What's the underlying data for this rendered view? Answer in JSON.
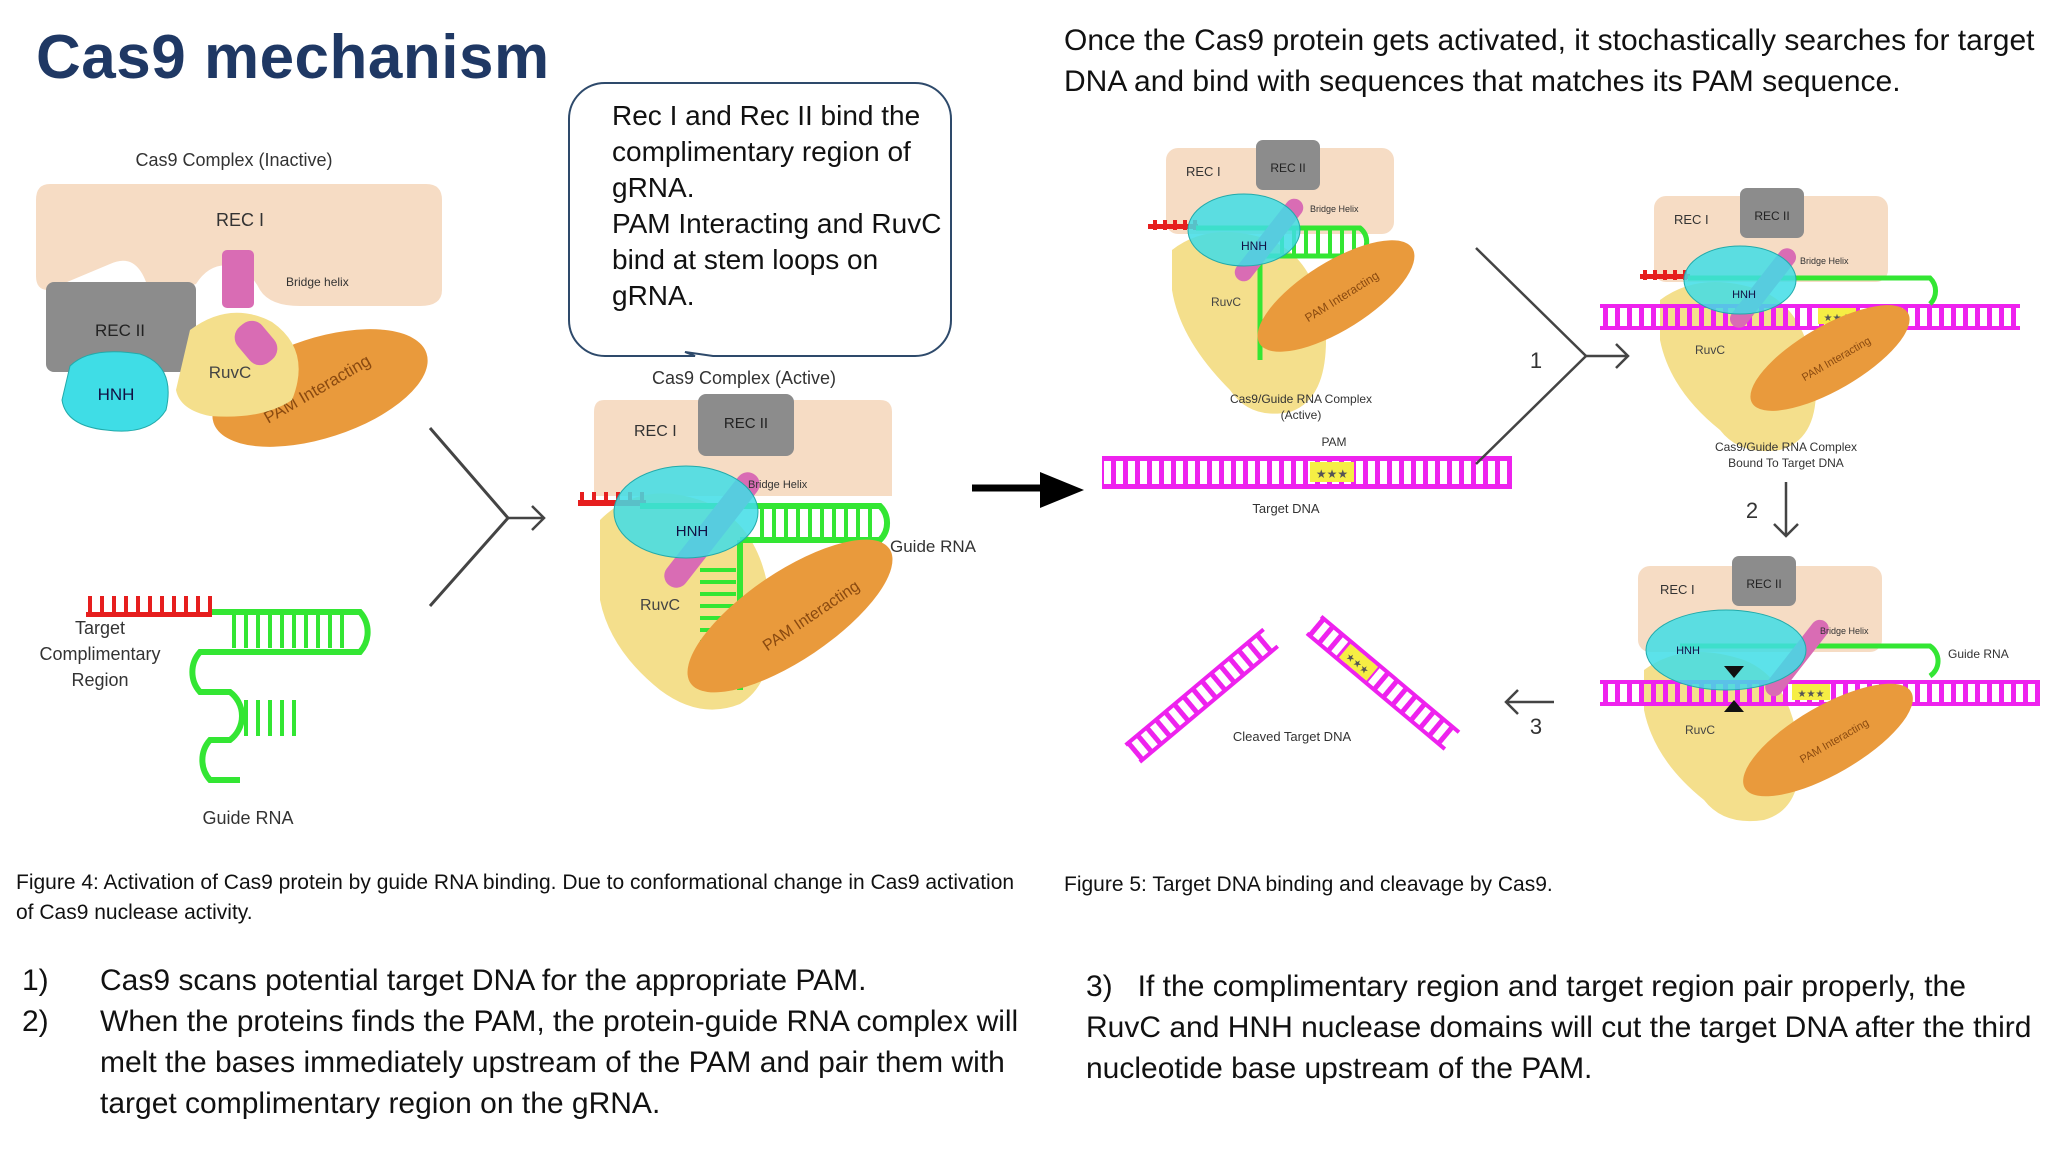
{
  "slide": {
    "title": "Cas9 mechanism",
    "intro_text": "Once the Cas9 protein gets activated, it stochastically searches for target DNA and bind with sequences that matches its PAM sequence.",
    "callout": "Rec I and Rec II bind the complimentary region of gRNA.\nPAM Interacting and RuvC bind at stem loops on gRNA.",
    "figure4_caption": "Figure 4: Activation of Cas9 protein by guide RNA binding. Due to conformational change in Cas9 activation of Cas9 nuclease activity.",
    "figure5_caption": "Figure 5: Target DNA binding and cleavage by Cas9.",
    "steps_left": [
      {
        "num": "1)",
        "text": "Cas9 scans potential target DNA for the appropriate PAM."
      },
      {
        "num": "2)",
        "text": "When the proteins finds the PAM, the protein-guide RNA complex will melt the bases immediately upstream of the PAM and pair them with target complimentary region on the gRNA."
      }
    ],
    "step_right": "3)   If the complimentary region and target region pair properly, the RuvC and HNH nuclease domains will cut the target DNA after the third nucleotide base upstream of the PAM."
  },
  "figure4": {
    "inactive_title": "Cas9 Complex (Inactive)",
    "active_title": "Cas9 Complex (Active)",
    "labels": {
      "rec1": "REC I",
      "rec2": "REC II",
      "hnh": "HNH",
      "ruvc": "RuvC",
      "pam_interacting": "PAM Interacting",
      "bridge_helix": "Bridge helix",
      "bridge_helix_active": "Bridge Helix",
      "guide_rna": "Guide RNA",
      "target_line1": "Target",
      "target_line2": "Complimentary",
      "target_line3": "Region"
    }
  },
  "figure5": {
    "labels": {
      "rec1": "REC I",
      "rec2": "REC II",
      "hnh": "HNH",
      "ruvc": "RuvC",
      "pam_interacting": "PAM Interacting",
      "bridge_helix": "Bridge Helix",
      "guide_rna": "Guide RNA",
      "complex_active_line1": "Cas9/Guide RNA Complex",
      "complex_active_line2": "(Active)",
      "pam": "PAM",
      "target_dna": "Target DNA",
      "complex_bound_line1": "Cas9/Guide RNA Complex",
      "complex_bound_line2": "Bound To Target DNA",
      "cleaved": "Cleaved Target DNA",
      "step1": "1",
      "step2": "2",
      "step3": "3"
    }
  },
  "colors": {
    "title": "#1f3864",
    "rec_lobe": "#f6dcc4",
    "rec2": "#8c8c8c",
    "hnh": "#3fdde6",
    "ruvc": "#f4df8c",
    "pam_interacting": "#e99a3c",
    "bridge_helix": "#d96cb4",
    "guide_rna": "#33e633",
    "target_region": "#e61e1e",
    "target_dna": "#ee22ee"
  }
}
